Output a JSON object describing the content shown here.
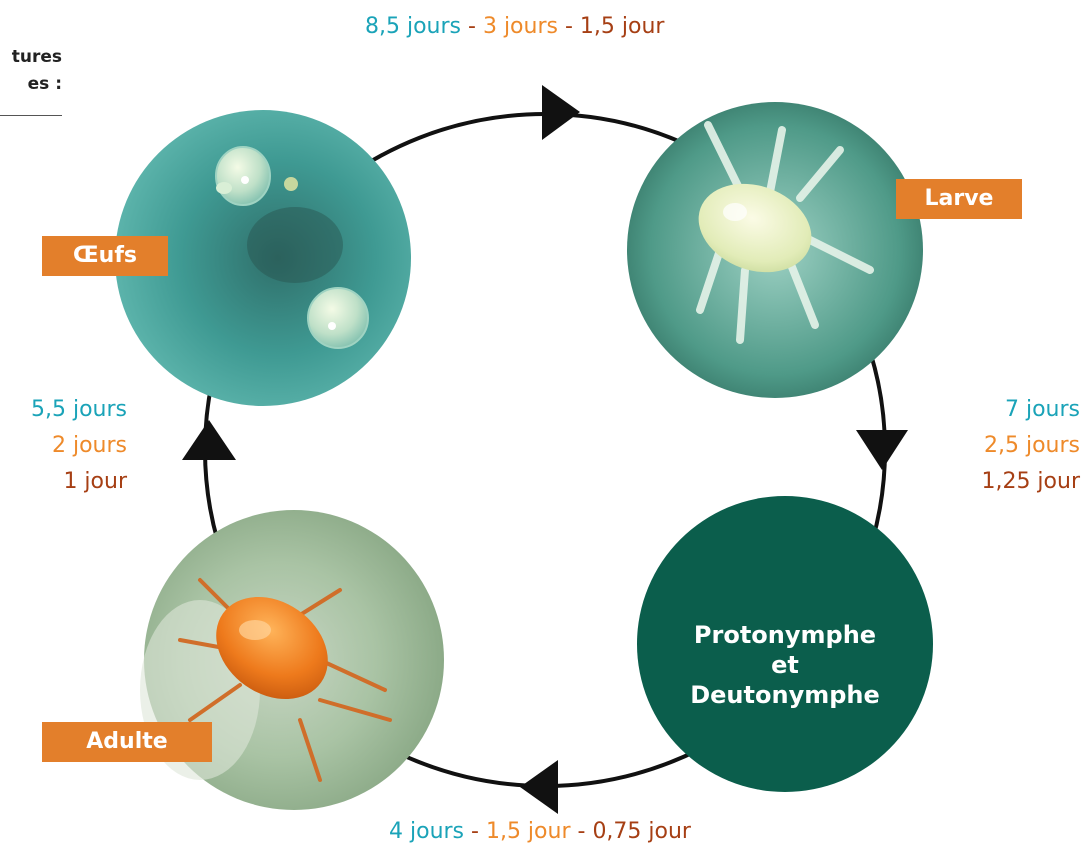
{
  "header_note": {
    "line1": "tures",
    "line2": "es :"
  },
  "durations": {
    "top": {
      "teal": "8,5 jours",
      "sep1": " - ",
      "orange": "3 jours",
      "sep2": " - ",
      "rust": "1,5 jour"
    },
    "right": {
      "teal": "7 jours",
      "orange": "2,5 jours",
      "rust": "1,25 jour"
    },
    "bottom": {
      "teal": "4 jours",
      "sep1": " - ",
      "orange": "1,5 jour",
      "sep2": " - ",
      "rust": "0,75 jour"
    },
    "left": {
      "teal": "5,5 jours",
      "orange": "2 jours",
      "rust": "1 jour"
    }
  },
  "stages": {
    "eggs": "Œufs",
    "larva": "Larve",
    "nymph": {
      "line1": "Protonymphe",
      "line2": "et",
      "line3": "Deutonymphe"
    },
    "adult": "Adulte"
  },
  "colors": {
    "teal": "#1aa3b8",
    "orange": "#ee8a2a",
    "rust": "#a63f14",
    "badge": "#e37f2b",
    "nymph_fill": "#0b5e4c",
    "ring": "#111111"
  }
}
